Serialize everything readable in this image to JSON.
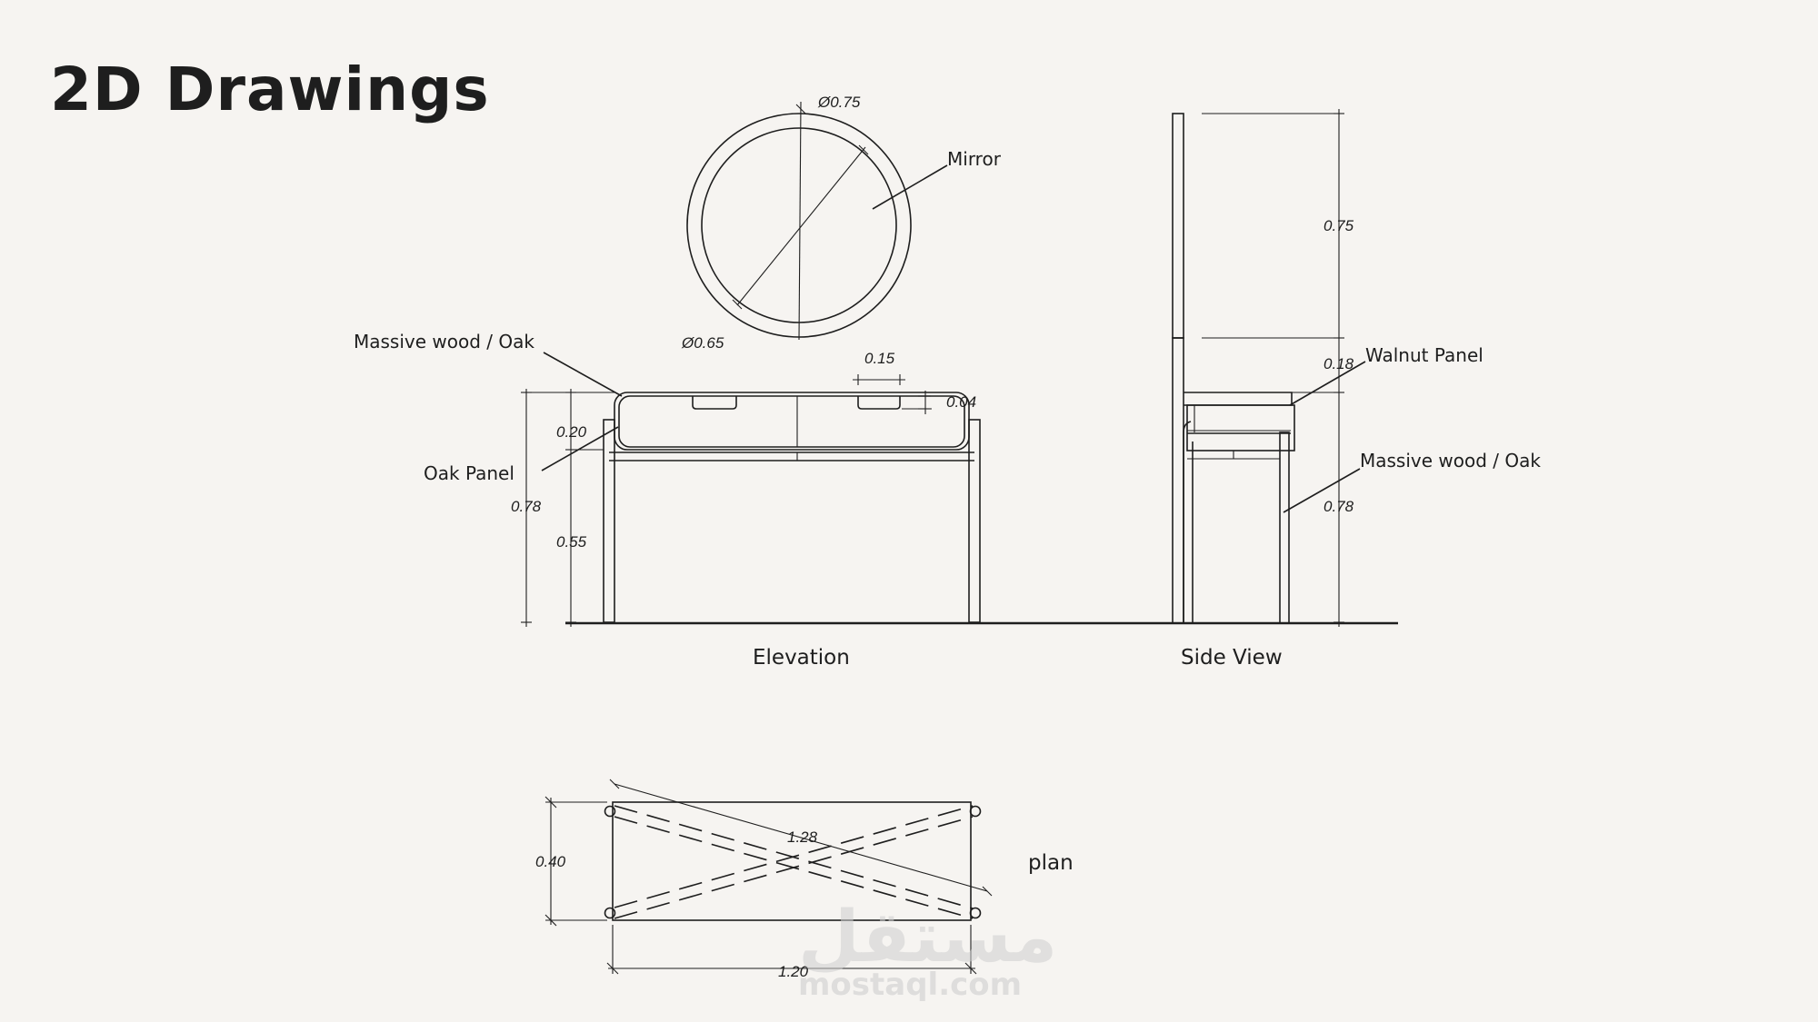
{
  "title": "2D Drawings",
  "views": {
    "elevation": "Elevation",
    "side": "Side View",
    "plan": "plan"
  },
  "labels": {
    "mirror": "Mirror",
    "massive_wood_left": "Massive wood / Oak",
    "oak_panel": "Oak Panel",
    "walnut_panel": "Walnut Panel",
    "massive_wood_right": "Massive wood / Oak"
  },
  "dimensions": {
    "mirror_outer": "Ø0.75",
    "mirror_inner": "Ø0.65",
    "handle_width": "0.15",
    "handle_depth": "0.04",
    "drawer_height": "0.20",
    "leg_height": "0.55",
    "total_height_elev": "0.78",
    "mirror_height_side": "0.75",
    "panel_side": "0.18",
    "total_height_side": "0.78",
    "plan_diagonal": "1.28",
    "plan_depth": "0.40",
    "plan_width": "1.20"
  },
  "watermark": {
    "arabic": "مستقل",
    "latin": "mostaql.com"
  }
}
